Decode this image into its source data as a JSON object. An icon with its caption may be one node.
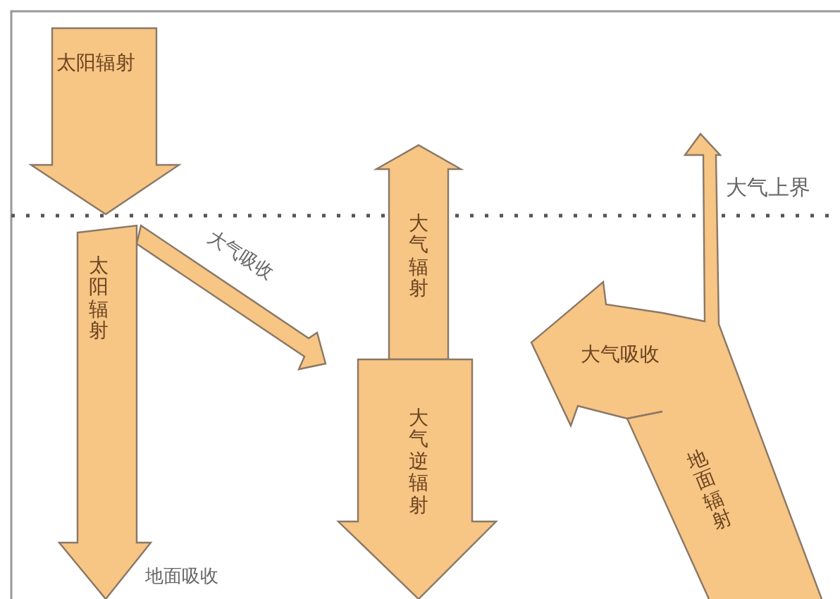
{
  "diagram": {
    "nodes": [
      {
        "text": [
          "太阳辐射"
        ]
      },
      {
        "text": [
          "太阳辐射"
        ]
      },
      {
        "text": [],
        "beside": [
          "大气吸收"
        ],
        "shape": "arrow"
      },
      {
        "text": [
          "大气辐射"
        ]
      },
      {
        "text": [
          "大气逆辐射"
        ]
      },
      {
        "text": [
          "大气吸收"
        ]
      },
      {
        "text": [
          "地面辐射"
        ]
      }
    ],
    "labels": [
      "大气上界",
      "地面吸收"
    ]
  }
}
